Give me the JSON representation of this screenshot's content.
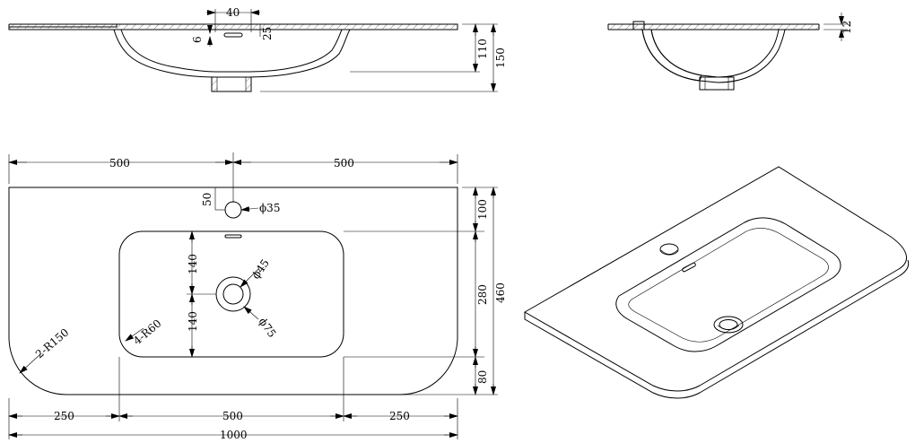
{
  "top_section": {
    "dim_40": "40",
    "dim_6": "6",
    "dim_25": "25",
    "dim_110": "110",
    "dim_150": "150"
  },
  "side_section": {
    "dim_12": "12"
  },
  "plan": {
    "dim_500_left": "500",
    "dim_500_right": "500",
    "dim_50": "50",
    "label_tap_hole": "ϕ35",
    "dim_100": "100",
    "dim_140_top": "140",
    "dim_140_bottom": "140",
    "label_drain_inner": "ϕ45",
    "label_drain_outer": "ϕ75",
    "dim_280": "280",
    "dim_460": "460",
    "label_outer_radius": "2-R150",
    "label_bowl_radius": "4-R60",
    "dim_80": "80",
    "dim_250_left": "250",
    "dim_500_bottom": "500",
    "dim_250_right": "250",
    "dim_1000": "1000"
  }
}
